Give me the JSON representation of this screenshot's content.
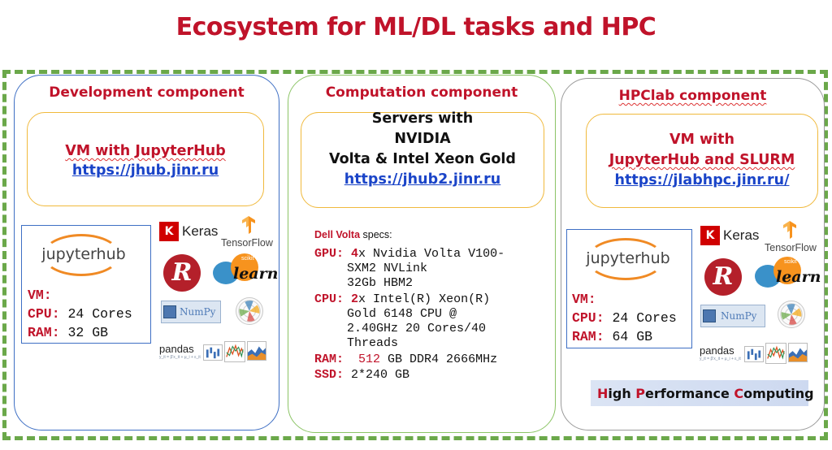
{
  "title": "Ecosystem for ML/DL tasks and HPC",
  "colors": {
    "accent_red": "#c0132a",
    "link_blue": "#1a44c8",
    "dash_green": "#6ba84a",
    "dev_border": "#3e6fc4",
    "comp_border": "#8cc466",
    "hpc_border": "#9a9a9a",
    "box_orange": "#f0b93c"
  },
  "development": {
    "title": "Development component",
    "vm_title": "VM with JupyterHub",
    "link": "https://jhub.jinr.ru",
    "logo": "jupyterhub",
    "specs": [
      {
        "label": "VM:",
        "value": ""
      },
      {
        "label": "CPU:",
        "value": " 24 Cores"
      },
      {
        "label": "RAM:",
        "value": " 32 GB"
      }
    ],
    "libs": {
      "keras": "Keras",
      "keras_letter": "K",
      "tensorflow": "TensorFlow",
      "numpy": "NumPy",
      "pandas": "pandas",
      "sklearn": "learn",
      "sklearn_small": "scikit",
      "r_letter": "R"
    }
  },
  "computation": {
    "title": "Computation component",
    "line1": "Servers with",
    "line2": "NVIDIA",
    "line3": "Volta & Intel Xeon Gold",
    "link": "https://jhub2.jinr.ru",
    "specs_title_red": "Dell Volta",
    "specs_title_rest": " specs:",
    "gpu_label": "GPU:",
    "gpu_count": "4",
    "gpu_line1": "x Nvidia Volta V100-",
    "gpu_line2": "SXM2 NVLink",
    "gpu_line3": "32Gb HBM2",
    "cpu_label": "CPU:",
    "cpu_count": "2",
    "cpu_line1": "x Intel(R) Xeon(R)",
    "cpu_line2": "Gold 6148 CPU @",
    "cpu_line3": "2.40GHz 20 Cores/40",
    "cpu_line4": "Threads",
    "ram_label": "RAM:",
    "ram_count": "512",
    "ram_rest": " GB DDR4 2666MHz",
    "ssd_label": "SSD:",
    "ssd_value": "2*240 GB"
  },
  "hpc": {
    "title": "HPClab component",
    "vm_line1": "VM with",
    "vm_line2": "JupyterHub and SLURM",
    "link": " https://jlabhpc.jinr.ru/",
    "logo": "jupyterhub",
    "specs": [
      {
        "label": "VM:",
        "value": ""
      },
      {
        "label": "CPU:",
        "value": " 24 Cores"
      },
      {
        "label": "RAM:",
        "value": " 64 GB"
      }
    ],
    "libs": {
      "keras": "Keras",
      "keras_letter": "K",
      "tensorflow": "TensorFlow",
      "numpy": "NumPy",
      "pandas": "pandas",
      "sklearn": "learn",
      "sklearn_small": "scikit",
      "r_letter": "R"
    },
    "hpc_h": "H",
    "hpc_igh": "igh ",
    "hpc_p": "P",
    "hpc_erf": "erformance ",
    "hpc_c": "C",
    "hpc_omp": "omputing"
  }
}
